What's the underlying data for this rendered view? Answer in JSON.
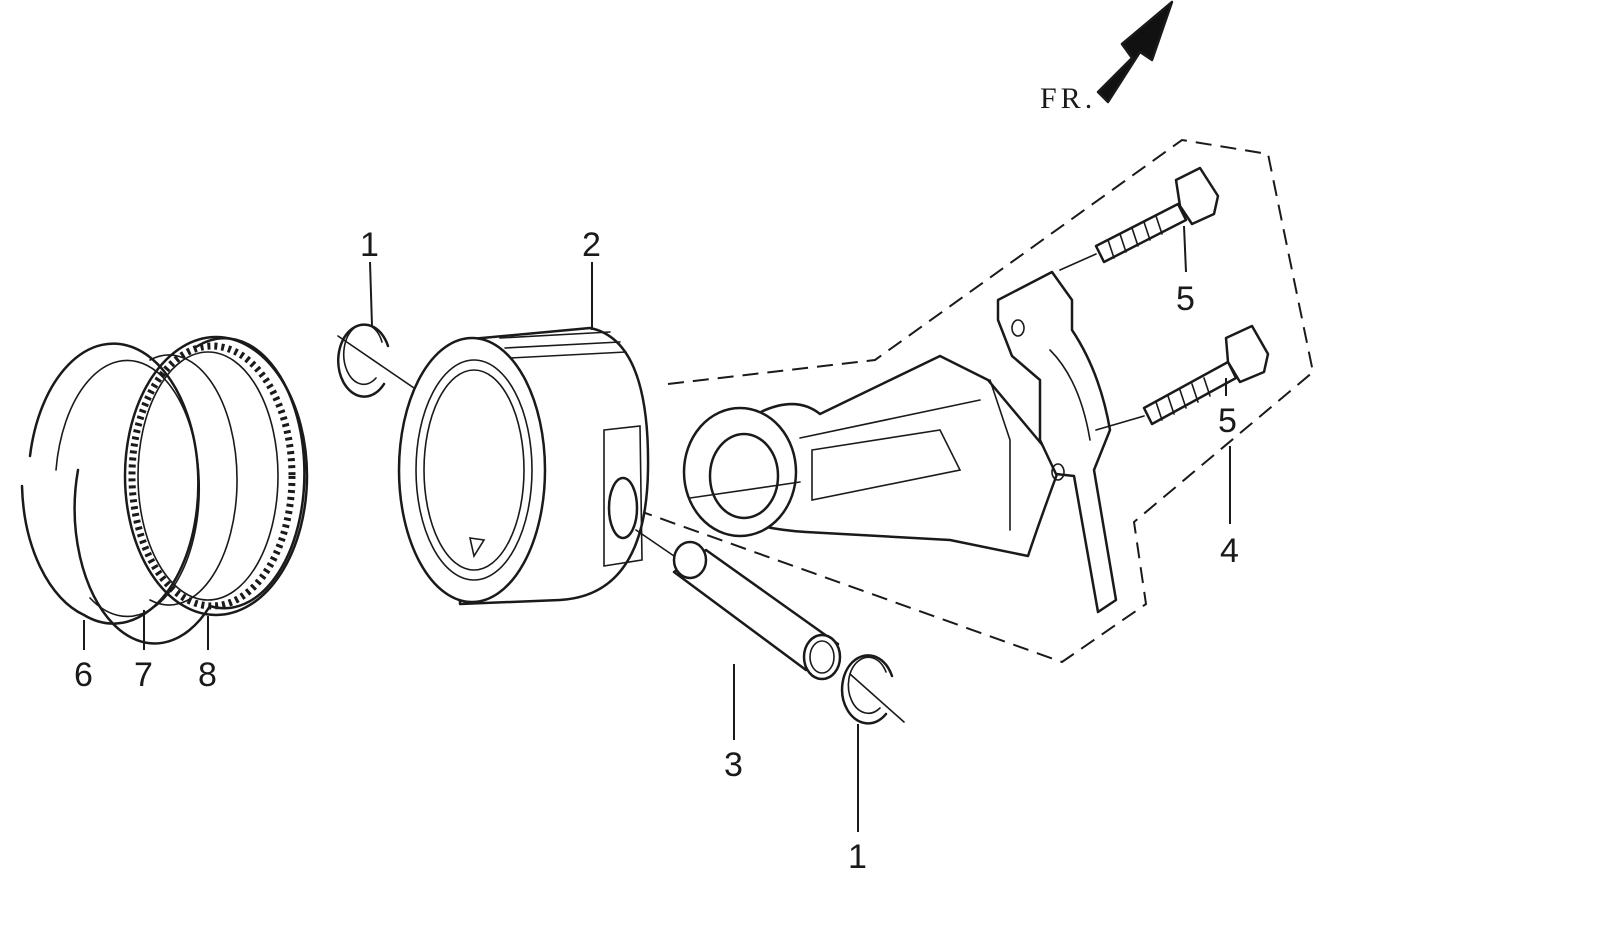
{
  "direction_indicator": {
    "label": "FR.",
    "icon": "front-direction-arrow-icon"
  },
  "callouts": [
    {
      "id": "snap-ring-top",
      "number": "1"
    },
    {
      "id": "piston",
      "number": "2"
    },
    {
      "id": "piston-pin",
      "number": "3"
    },
    {
      "id": "connecting-rod-assembly",
      "number": "4"
    },
    {
      "id": "rod-bolt-upper",
      "number": "5"
    },
    {
      "id": "rod-bolt-lower",
      "number": "5"
    },
    {
      "id": "top-ring",
      "number": "6"
    },
    {
      "id": "second-ring",
      "number": "7"
    },
    {
      "id": "oil-ring",
      "number": "8"
    },
    {
      "id": "snap-ring-bottom",
      "number": "1"
    }
  ]
}
